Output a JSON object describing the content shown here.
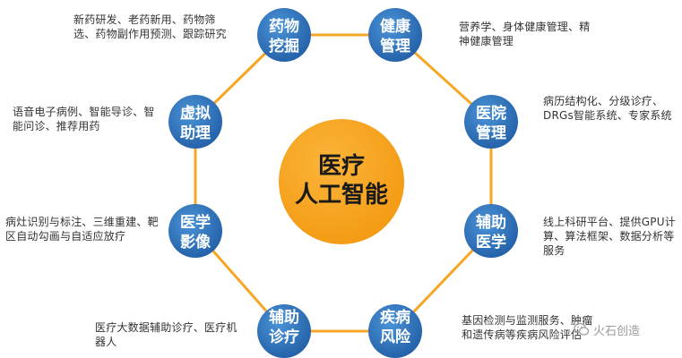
{
  "colors": {
    "node_blue": "#2a6fb9",
    "node_blue_light": "#3d86cf",
    "ring_orange": "#f5a623",
    "center_orange": "#f6a21e",
    "center_text": "#1a1a1a",
    "desc_text": "#333333"
  },
  "center": {
    "line1": "医疗",
    "line2": "人工智能"
  },
  "nodes": [
    {
      "id": "drug",
      "line1": "药物",
      "line2": "挖掘",
      "desc": "新药研发、老药新用、药物筛选、药物副作用预测、跟踪研究"
    },
    {
      "id": "health",
      "line1": "健康",
      "line2": "管理",
      "desc": "营养学、身体健康管理、精神健康管理"
    },
    {
      "id": "hospital",
      "line1": "医院",
      "line2": "管理",
      "desc": "病历结构化、分级诊疗、DRGs智能系统、专家系统"
    },
    {
      "id": "assist-med",
      "line1": "辅助",
      "line2": "医学",
      "desc": "线上科研平台、提供GPU计算、算法框架、数据分析等服务"
    },
    {
      "id": "disease",
      "line1": "疾病",
      "line2": "风险",
      "desc": "基因检测与监测服务、肿瘤和遗传病等疾病风险评估"
    },
    {
      "id": "assist-diag",
      "line1": "辅助",
      "line2": "诊疗",
      "desc": "医疗大数据辅助诊疗、医疗机器人"
    },
    {
      "id": "imaging",
      "line1": "医学",
      "line2": "影像",
      "desc": "病灶识别与标注、三维重建、靶区自动勾画与自适应放疗"
    },
    {
      "id": "assistant",
      "line1": "虚拟",
      "line2": "助理",
      "desc": "语音电子病例、智能导诊、智能问诊、推荐用药"
    }
  ],
  "watermark": {
    "text": "火石创造",
    "icon": "wechat-icon"
  }
}
